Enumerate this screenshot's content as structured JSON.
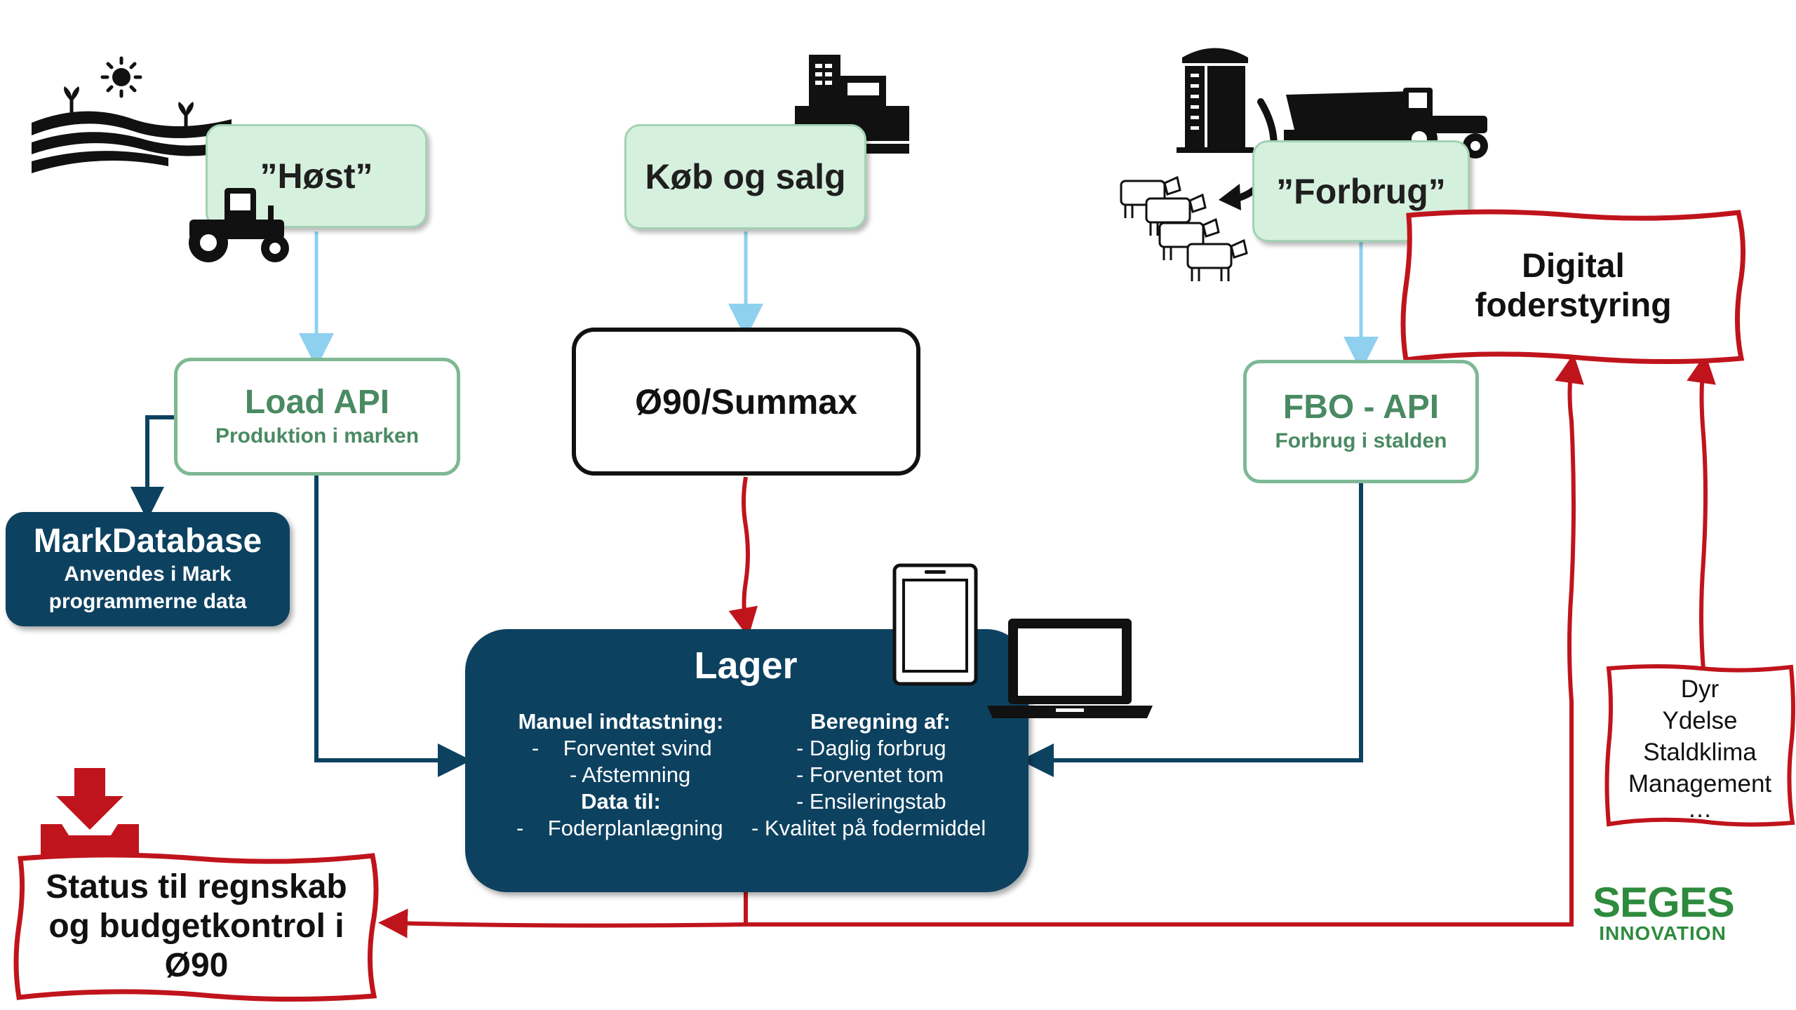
{
  "sources": {
    "host": "”Høst”",
    "kob_salg": "Køb og salg",
    "forbrug": "”Forbrug”"
  },
  "load_api": {
    "title": "Load API",
    "sub": "Produktion i marken"
  },
  "o90": {
    "title": "Ø90/Summax"
  },
  "fbo_api": {
    "title": "FBO - API",
    "sub": "Forbrug i stalden"
  },
  "markdatabase": {
    "title": "MarkDatabase",
    "sub1": "Anvendes i Mark",
    "sub2": "programmerne data"
  },
  "digital": {
    "line1": "Digital",
    "line2": "foderstyring"
  },
  "lager": {
    "title": "Lager",
    "left": [
      "Manuel indtastning:",
      "-    Forventet svind",
      "- Afstemning",
      "Data til:",
      "-    Foderplanlægning"
    ],
    "right": [
      "Beregning af:",
      "- Daglig forbrug",
      "- Forventet tom",
      "- Ensileringstab",
      "- Kvalitet på fodermiddel"
    ]
  },
  "status": {
    "line1": "Status til regnskab",
    "line2": "og budgetkontrol i",
    "line3": "Ø90"
  },
  "dyr_list": [
    "Dyr",
    "Ydelse",
    "Staldklima",
    "Management",
    "…"
  ],
  "logo": {
    "line1": "SEGES",
    "line2": "INNOVATION"
  },
  "colors": {
    "green_fill": "#d6f0de",
    "green_text": "#4a8a62",
    "navy": "#0d4160",
    "red": "#c0141c",
    "light_blue": "#8fd0ef",
    "logo_green": "#2e8b3e"
  }
}
